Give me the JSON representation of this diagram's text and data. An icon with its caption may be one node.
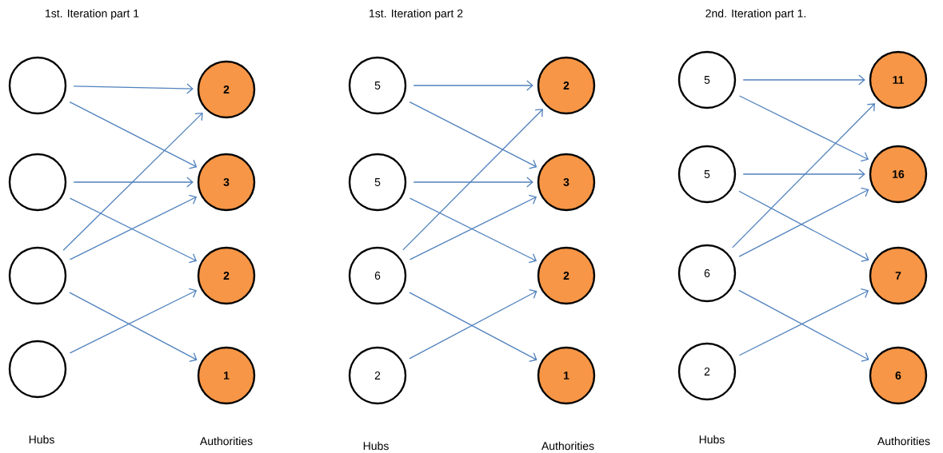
{
  "diagram": {
    "nodes": [
      {
        "text": [],
        "shape": "circle"
      },
      {
        "text": [],
        "shape": "circle"
      },
      {
        "text": [],
        "shape": "circle"
      },
      {
        "text": [],
        "shape": "circle"
      },
      {
        "text": [
          "2"
        ]
      },
      {
        "text": [
          "3"
        ]
      },
      {
        "text": [
          "2"
        ]
      },
      {
        "text": [
          "1"
        ]
      },
      {
        "text": [
          "5"
        ]
      },
      {
        "text": [
          "5"
        ]
      },
      {
        "text": [
          "6"
        ]
      },
      {
        "text": [
          "2"
        ]
      },
      {
        "text": [
          "2"
        ]
      },
      {
        "text": [
          "3"
        ]
      },
      {
        "text": [
          "2"
        ]
      },
      {
        "text": [
          "1"
        ]
      },
      {
        "text": [
          "5"
        ]
      },
      {
        "text": [
          "5"
        ]
      },
      {
        "text": [
          "6"
        ]
      },
      {
        "text": [
          "2"
        ]
      },
      {
        "text": [
          "11"
        ]
      },
      {
        "text": [
          "16"
        ]
      },
      {
        "text": [
          "7"
        ]
      },
      {
        "text": [
          "6"
        ]
      }
    ],
    "edges": [
      {
        "from": 0,
        "to": 4,
        "arrow": "to"
      },
      {
        "from": 0,
        "to": 5,
        "arrow": "to"
      },
      {
        "from": 1,
        "to": 5,
        "arrow": "to"
      },
      {
        "from": 1,
        "to": 6,
        "arrow": "to"
      },
      {
        "from": 2,
        "to": 4,
        "arrow": "to"
      },
      {
        "from": 2,
        "to": 5,
        "arrow": "to"
      },
      {
        "from": 2,
        "to": 7,
        "arrow": "to"
      },
      {
        "from": 3,
        "to": 6,
        "arrow": "to"
      },
      {
        "from": 8,
        "to": 12,
        "arrow": "to"
      },
      {
        "from": 8,
        "to": 13,
        "arrow": "to"
      },
      {
        "from": 9,
        "to": 13,
        "arrow": "to"
      },
      {
        "from": 9,
        "to": 14,
        "arrow": "to"
      },
      {
        "from": 10,
        "to": 12,
        "arrow": "to"
      },
      {
        "from": 10,
        "to": 13,
        "arrow": "to"
      },
      {
        "from": 10,
        "to": 15,
        "arrow": "to"
      },
      {
        "from": 11,
        "to": 14,
        "arrow": "to"
      },
      {
        "from": 16,
        "to": 20,
        "arrow": "to"
      },
      {
        "from": 16,
        "to": 21,
        "arrow": "to"
      },
      {
        "from": 17,
        "to": 21,
        "arrow": "to"
      },
      {
        "from": 17,
        "to": 22,
        "arrow": "to"
      },
      {
        "from": 18,
        "to": 20,
        "arrow": "to"
      },
      {
        "from": 18,
        "to": 21,
        "arrow": "to"
      },
      {
        "from": 18,
        "to": 23,
        "arrow": "to"
      },
      {
        "from": 19,
        "to": 22,
        "arrow": "to"
      }
    ],
    "labels": [
      "1st. Iteration part 1",
      "1st. Iteration part 2",
      "2nd. Iteration part 1.",
      "Hubs",
      "Authorities",
      "Hubs",
      "Authorities",
      "Hubs",
      "Authorities"
    ]
  }
}
